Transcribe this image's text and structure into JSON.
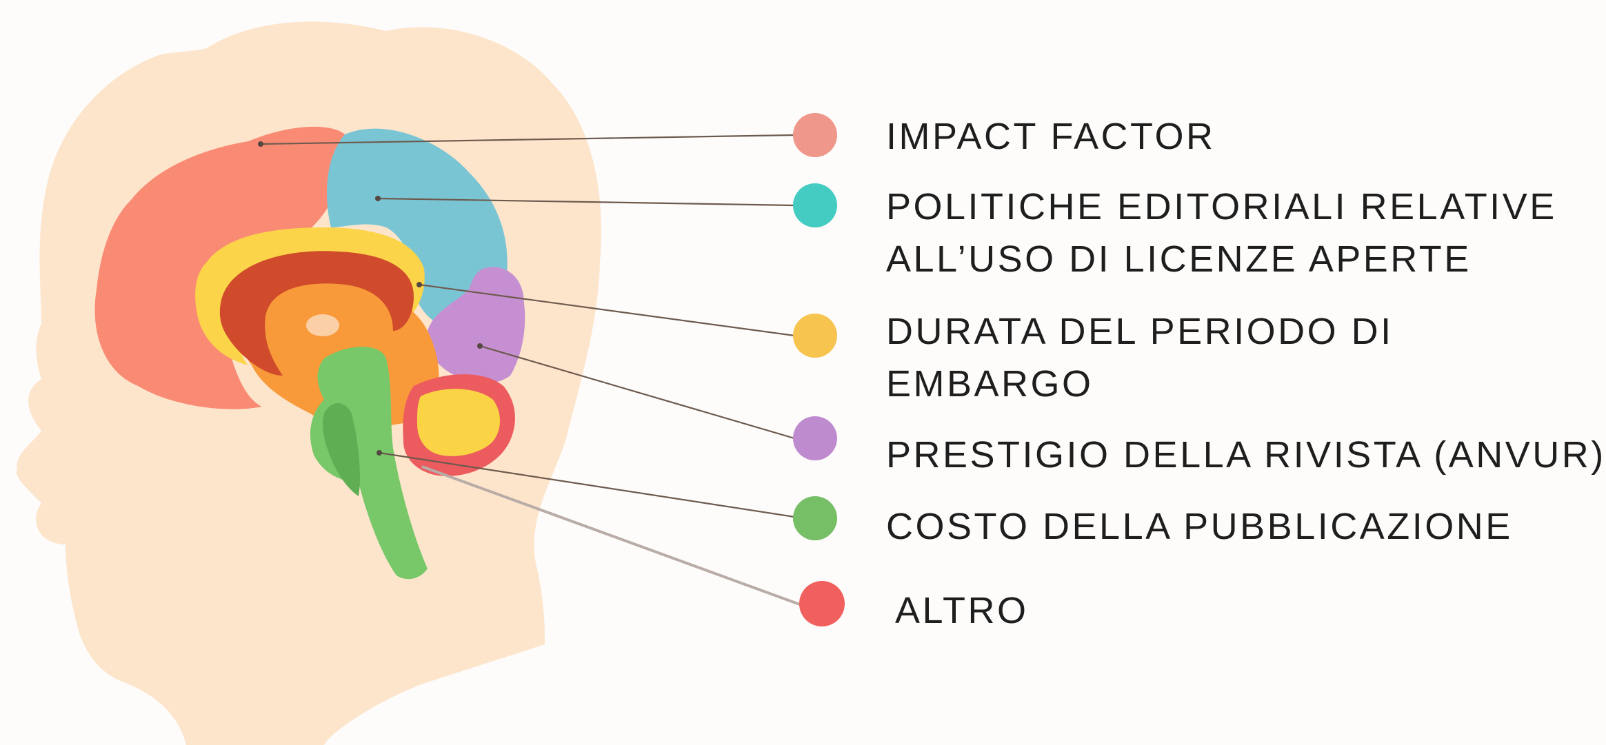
{
  "legend": [
    {
      "key": "impact",
      "lines": [
        "IMPACT FACTOR"
      ],
      "color": "#ef978a",
      "region": "frontal-lobe"
    },
    {
      "key": "politiche",
      "lines": [
        "POLITICHE EDITORIALI RELATIVE",
        "ALL’USO DI LICENZE APERTE"
      ],
      "color": "#44cbc2",
      "region": "parietal-lobe"
    },
    {
      "key": "durata",
      "lines": [
        "DURATA DEL PERIODO DI",
        "EMBARGO"
      ],
      "color": "#f6c44f",
      "region": "limbic-system"
    },
    {
      "key": "prestigio",
      "lines": [
        "PRESTIGIO DELLA RIVISTA (ANVUR)"
      ],
      "color": "#bf8bcf",
      "region": "occipital-lobe"
    },
    {
      "key": "costo",
      "lines": [
        "COSTO DELLA PUBBLICAZIONE"
      ],
      "color": "#76bf67",
      "region": "brainstem"
    },
    {
      "key": "altro",
      "lines": [
        "ALTRO"
      ],
      "color": "#f0605f",
      "region": "cerebellum"
    }
  ],
  "colors": {
    "head": "#fde5cc",
    "frontal": "#f98b74",
    "parietal": "#7ac5d4",
    "occipital": "#c58fd1",
    "limbic_yellow": "#fcd449",
    "inner_orange": "#f99a3a",
    "corpus_red": "#cf4b2b",
    "brainstem_green": "#78c86a",
    "cerebellum_red": "#ec5b5e",
    "cerebellum_yellow": "#fbd445",
    "leader_line": "#6d5a4e"
  }
}
